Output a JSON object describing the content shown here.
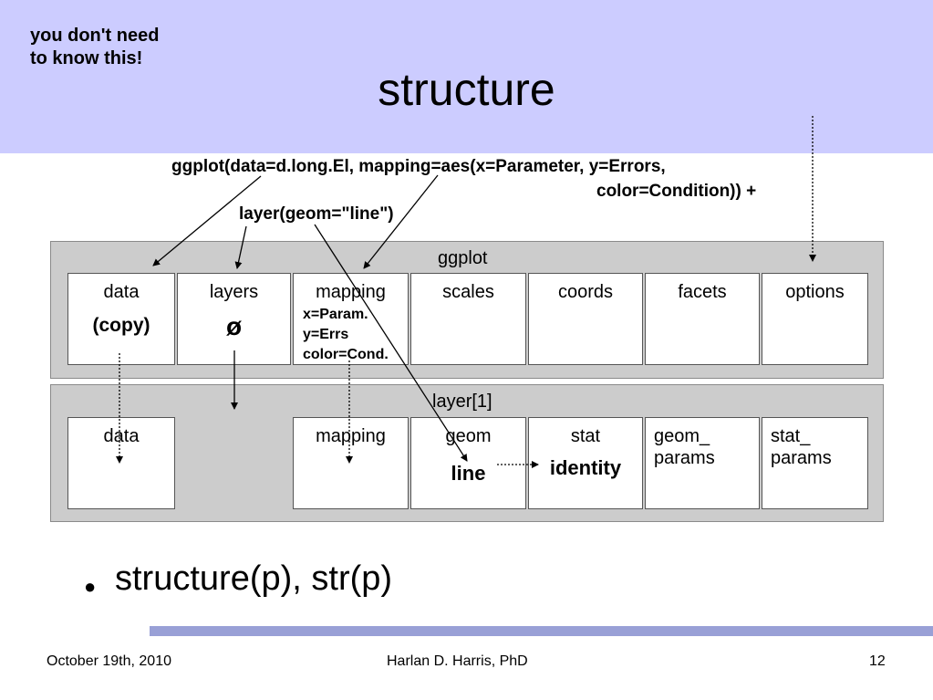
{
  "slide": {
    "note": "you don't need to know this!",
    "title": "structure"
  },
  "code": {
    "line1": "ggplot(data=d.long.El, mapping=aes(x=Parameter, y=Errors,",
    "line2": "color=Condition)) +",
    "line3": "layer(geom=\"line\")"
  },
  "ggplot_panel": {
    "label": "ggplot",
    "cells": [
      {
        "label": "data",
        "value": "(copy)"
      },
      {
        "label": "layers",
        "value": "ø"
      },
      {
        "label": "mapping",
        "value_lines": [
          "x=Param.",
          "y=Errs",
          "color=Cond."
        ]
      },
      {
        "label": "scales"
      },
      {
        "label": "coords"
      },
      {
        "label": "facets"
      },
      {
        "label": "options"
      }
    ]
  },
  "layer_panel": {
    "label": "layer[1]",
    "cells": [
      {
        "label": "data"
      },
      {
        "label": "mapping"
      },
      {
        "label": "geom",
        "value": "line"
      },
      {
        "label": "stat",
        "value": "identity"
      },
      {
        "label": "geom_ params"
      },
      {
        "label": "stat_ params"
      }
    ]
  },
  "bullet": {
    "text": "structure(p), str(p)"
  },
  "footer": {
    "date": "October 19th, 2010",
    "author": "Harlan D. Harris, PhD",
    "page": "12"
  },
  "colors": {
    "header_bg": "#ccccff",
    "panel_bg": "#cccccc",
    "footer_bar": "#99a0d6"
  }
}
